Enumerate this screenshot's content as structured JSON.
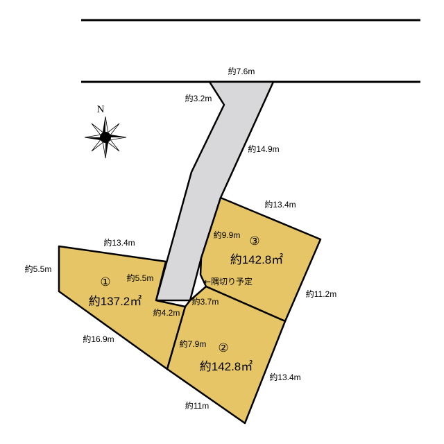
{
  "colors": {
    "lot_fill": "#e6c566",
    "road_fill": "#d8d8da",
    "line": "#000000",
    "background": "#ffffff"
  },
  "labels": {
    "road_frontage": "約7.6m",
    "driveway_top": "約3.2m",
    "driveway_side": "約14.9m",
    "lot3_top": "約13.4m",
    "lot3_left": "約9.9m",
    "lot3_bottom": "約3.7m",
    "lot3_right": "約11.2m",
    "lot1_top": "約13.4m",
    "lot1_left": "約5.5m",
    "lot1_right": "約5.5m",
    "lot1_bottom": "約16.9m",
    "lot1_corner": "約4.2m",
    "lot2_left": "約7.9m",
    "lot2_right": "約13.4m",
    "lot2_bottom": "約11m",
    "corner_cut_note": "←隅切り予定"
  },
  "lots": [
    {
      "number": "①",
      "area": "約137.2㎡"
    },
    {
      "number": "②",
      "area": "約142.8㎡"
    },
    {
      "number": "③",
      "area": "約142.8㎡"
    }
  ],
  "compass": {
    "north_label": "N",
    "icon": "compass-rose-icon"
  }
}
